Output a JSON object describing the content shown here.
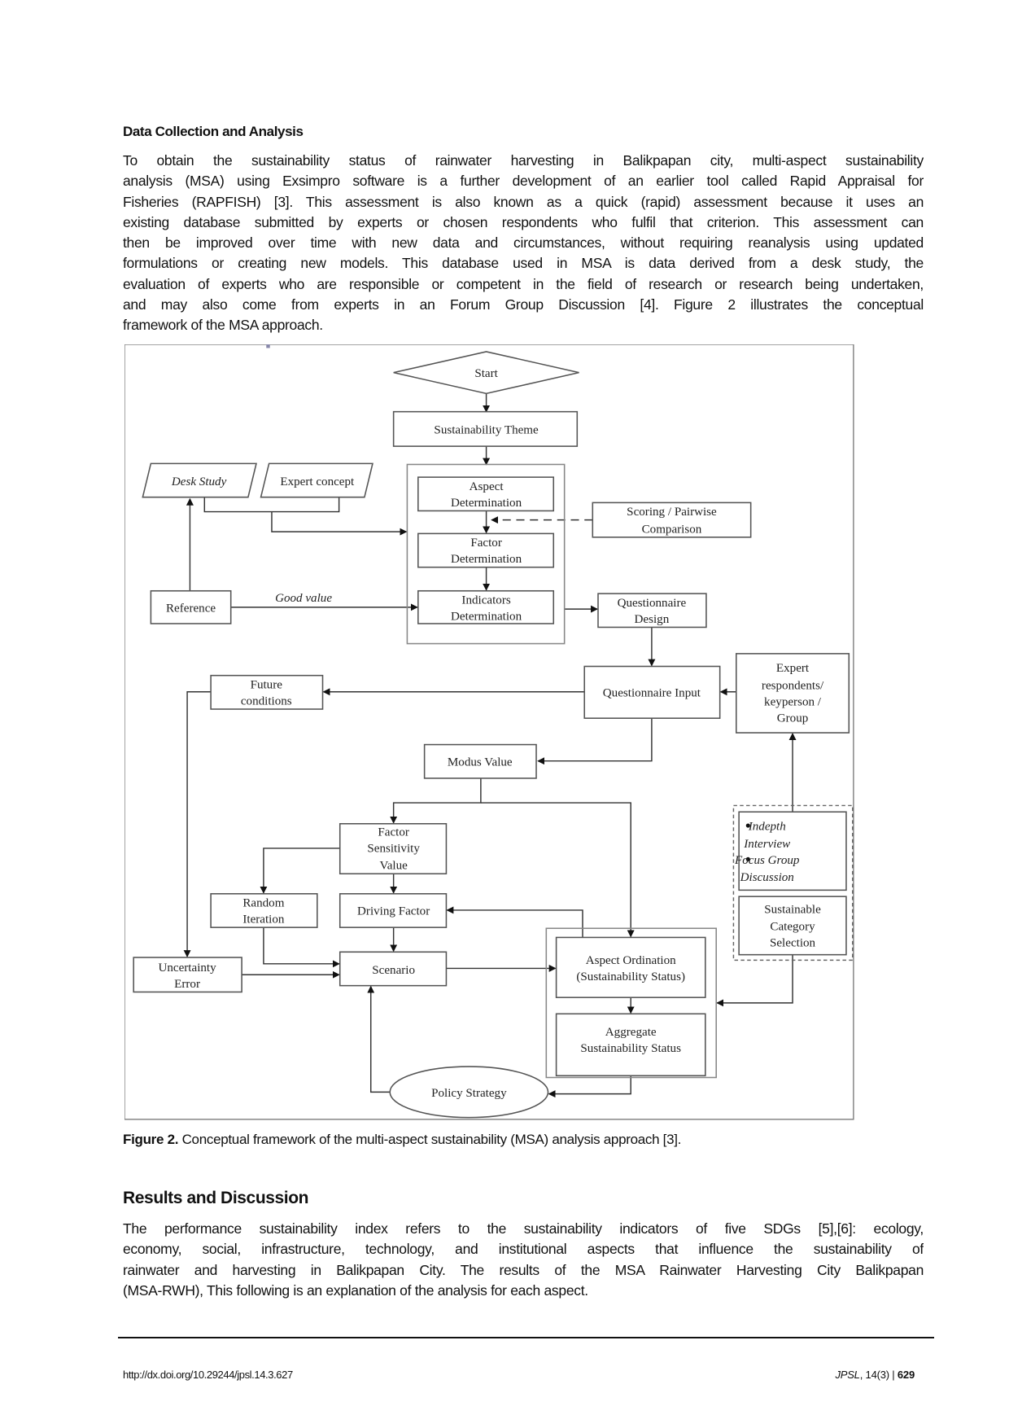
{
  "section_heading": "Data Collection and Analysis",
  "paragraph1_lines": [
    "To obtain the sustainability status of rainwater harvesting in Balikpapan city, multi-aspect sustainability",
    "analysis (MSA) using Exsimpro software is a further development of an earlier tool called Rapid Appraisal for",
    "Fisheries (RAPFISH) [3]. This assessment is also known as a quick (rapid) assessment because it uses an",
    "existing database submitted by experts or chosen respondents who fulfil that criterion. This assessment can",
    "then be improved over time with new data and circumstances, without requiring reanalysis using updated",
    "formulations or creating new models. This database used in MSA is data derived from a desk study, the",
    "evaluation of experts who are responsible or competent in the field of research or research being undertaken,",
    "and may also come from experts in an Forum Group Discussion [4]. Figure 2 illustrates the conceptual",
    "framework of the MSA approach."
  ],
  "figure": {
    "start": "Start",
    "theme": "Sustainability Theme",
    "desk_study": "Desk Study",
    "expert_concept": "Expert concept",
    "aspect": [
      "Aspect",
      "Determination"
    ],
    "factor": [
      "Factor",
      "Determination"
    ],
    "indicators": [
      "Indicators",
      "Determination"
    ],
    "scoring": [
      "Scoring / Pairwise",
      "Comparison"
    ],
    "reference": "Reference",
    "good_value": "Good value",
    "q_design": [
      "Questionnaire",
      "Design"
    ],
    "q_input": "Questionnaire Input",
    "expert_resp": [
      "Expert",
      "respondents/",
      "keyperson /",
      "Group"
    ],
    "future": [
      "Future",
      "conditions"
    ],
    "modus": "Modus Value",
    "fsv": [
      "Factor",
      "Sensitivity",
      "Value"
    ],
    "random": [
      "Random",
      "Iteration"
    ],
    "driving": "Driving Factor",
    "scenario": "Scenario",
    "uncertainty": [
      "Uncertainty",
      "Error"
    ],
    "ordination": [
      "Aspect Ordination",
      "(Sustainability Status)"
    ],
    "aggregate": [
      "Aggregate",
      "Sustainability Status"
    ],
    "indepth": [
      "Indepth",
      "Interview",
      "Focus Group",
      "Discussion"
    ],
    "category": [
      "Sustainable",
      "Category",
      "Selection"
    ],
    "policy": "Policy Strategy"
  },
  "caption": {
    "label": "Figure 2.",
    "text": " Conceptual framework of the multi-aspect sustainability (MSA) analysis approach [3]."
  },
  "results_heading": "Results and Discussion",
  "paragraph2_lines": [
    "The performance sustainability index refers to the sustainability indicators of five SDGs [5],[6]: ecology,",
    "economy, social, infrastructure, technology, and institutional aspects that influence the sustainability of",
    "rainwater and harvesting in Balikpapan City. The results of the MSA Rainwater Harvesting City Balikpapan",
    "(MSA-RWH), This following is an explanation of the analysis for each aspect."
  ],
  "footer": {
    "doi": "http://dx.doi.org/10.29244/jpsl.14.3.627",
    "journal": "JPSL",
    "issue": ", 14(3) | ",
    "page": "629"
  }
}
